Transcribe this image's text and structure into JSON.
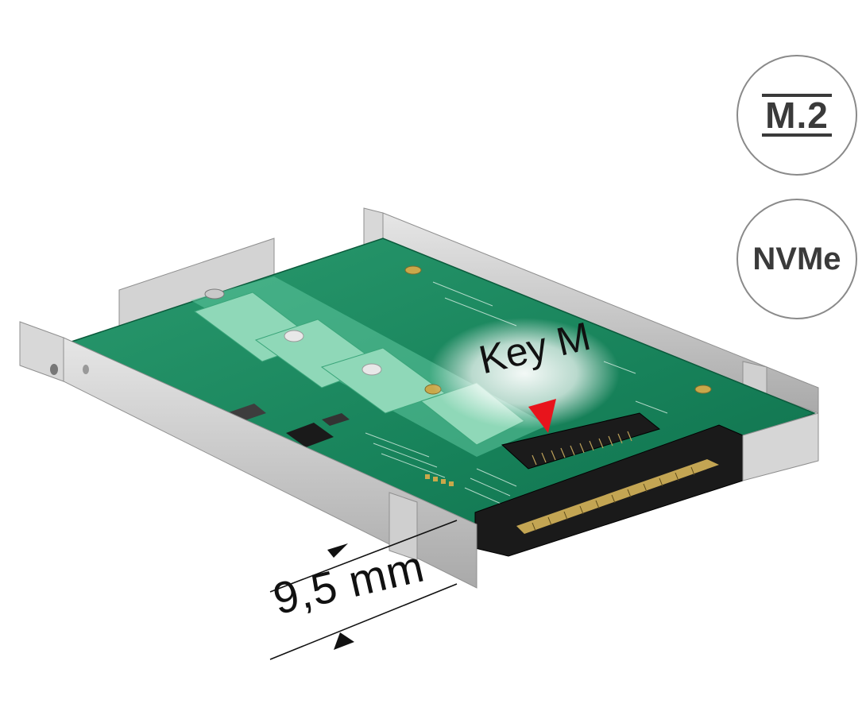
{
  "image": {
    "subject": "2.5-inch U.2 to M.2 NVMe adapter card in metal frame",
    "colors": {
      "pcb": "#0f7a55",
      "pcb_light": "#5fc79e",
      "frame": "#cfcfcf",
      "frame_dark": "#9b9b9b",
      "arrow": "#e8141c"
    }
  },
  "badges": {
    "m2": "M.2",
    "nvme": "NVMe"
  },
  "callouts": {
    "key": "Key M",
    "thickness": "9,5 mm"
  }
}
